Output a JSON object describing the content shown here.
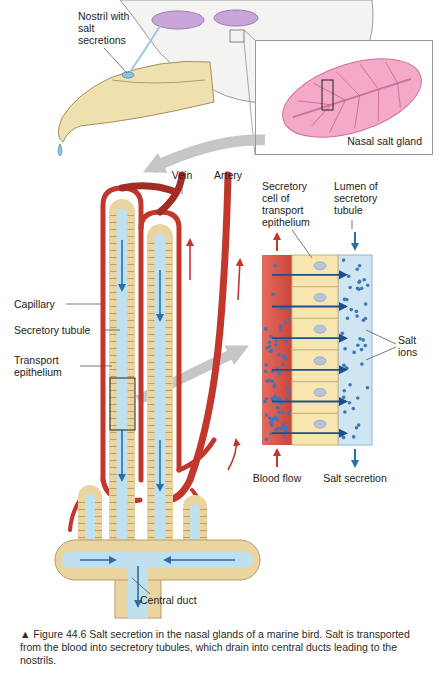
{
  "diagram": {
    "caption": "▲ Figure 44.6 Salt secretion in the nasal glands of a marine bird. Salt is transported from the blood into secretory tubules, which drain into central ducts leading to the nostrils.",
    "nodes": [
      {
        "text": [
          "Nasal salt gland"
        ]
      }
    ],
    "labels": [
      "Nostril with salt secretions",
      "Vein",
      "Artery",
      "Secretory cell of transport epithelium",
      "Lumen of secretory tubule",
      "Capillary",
      "Secretory tubule",
      "Transport epithelium",
      "Salt ions",
      "Blood flow",
      "Salt secretion",
      "Central duct"
    ]
  }
}
